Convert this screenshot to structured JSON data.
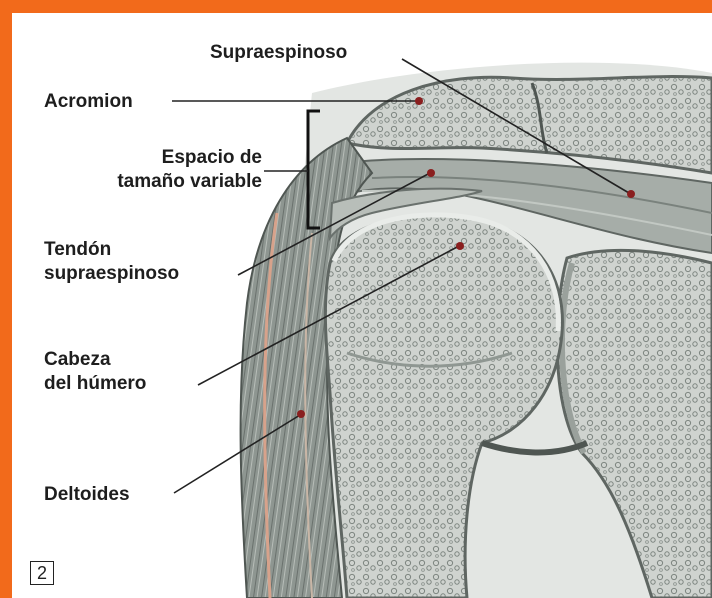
{
  "labels": {
    "supraespinoso": "Supraespinoso",
    "acromion": "Acromion",
    "espacio_line1": "Espacio de",
    "espacio_line2": "tamaño variable",
    "tendon_line1": "Tendón",
    "tendon_line2": "supraespinoso",
    "cabeza_line1": "Cabeza",
    "cabeza_line2": "del húmero",
    "deltoides": "Deltoides"
  },
  "figure_number": "2",
  "colors": {
    "frame": "#f26a1b",
    "panel": "#ffffff",
    "bone": "#c9cdc9",
    "bone_outline": "#5f6662",
    "muscle": "#8d9590",
    "tendon": "#b4bbb6",
    "leader_line": "#222222",
    "pointer_dot": "#8a1f1f"
  }
}
